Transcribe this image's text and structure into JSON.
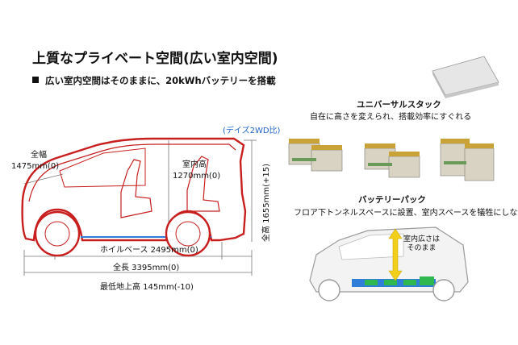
{
  "slide": {
    "title": "上質なプライベート空間(広い室内空間)",
    "bullet": "広い室内空間はそのままに、20kWhバッテリーを搭載"
  },
  "car_diagram": {
    "comparison_note": "(デイズ2WD比)",
    "width_label": "全幅",
    "width_value": "1475mm(0)",
    "cabin_height_label": "室内高",
    "cabin_height_value": "1270mm(0)",
    "total_height": "全高 1655mm(+15)",
    "wheelbase": "ホイルベース 2495mm(0)",
    "length": "全長 3395mm(0)",
    "ground_clearance": "最低地上高 145mm(-10)"
  },
  "universal_stack": {
    "heading": "ユニバーサルスタック",
    "description": "自在に高さを変えられ、搭載効率にすぐれる"
  },
  "battery_pack": {
    "heading": "バッテリーパック",
    "description": "フロア下トンネルスペースに設置、室内スペースを犠牲にしない",
    "callout": [
      "室内広さは",
      "そのまま"
    ]
  },
  "colors": {
    "car_outline": "#c81e1e",
    "dimension_line": "#777777",
    "battery_green": "#2fb84f",
    "battery_blue": "#2f7fd8",
    "arrow_yellow": "#f2d01a"
  }
}
